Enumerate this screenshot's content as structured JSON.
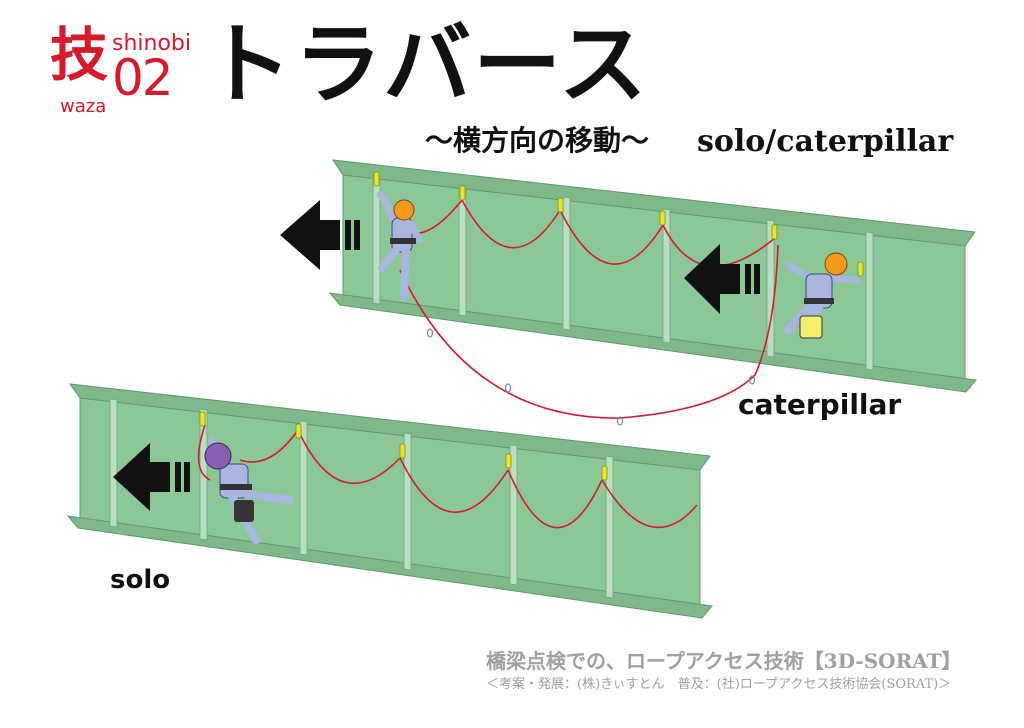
{
  "logo": {
    "kanji": "技",
    "number": "02",
    "romaji_top": "shinobi",
    "romaji_bottom": "waza",
    "color": "#d8192a"
  },
  "title": "トラバース",
  "subtitle": "〜横方向の移動〜",
  "mode_label": "solo/caterpillar",
  "labels": {
    "caterpillar": "caterpillar",
    "solo": "solo"
  },
  "footer": {
    "main": "橋梁点検での、ロープアクセス技術【3D-SORAT】",
    "credit": "＜考案・発展：(株)きぃすとん　普及：(社)ロープアクセス技術協会(SORAT)＞"
  },
  "colors": {
    "beam_web": "#8cc798",
    "beam_flange": "#7fb88b",
    "stiffener": "#b9dfc0",
    "rope": "#d8192a",
    "arrow": "#111111",
    "helmet_orange": "#f59a1c",
    "helmet_purple": "#8a5fb2",
    "suit": "#a9b6e0",
    "carabiner": "#e6e62a"
  }
}
